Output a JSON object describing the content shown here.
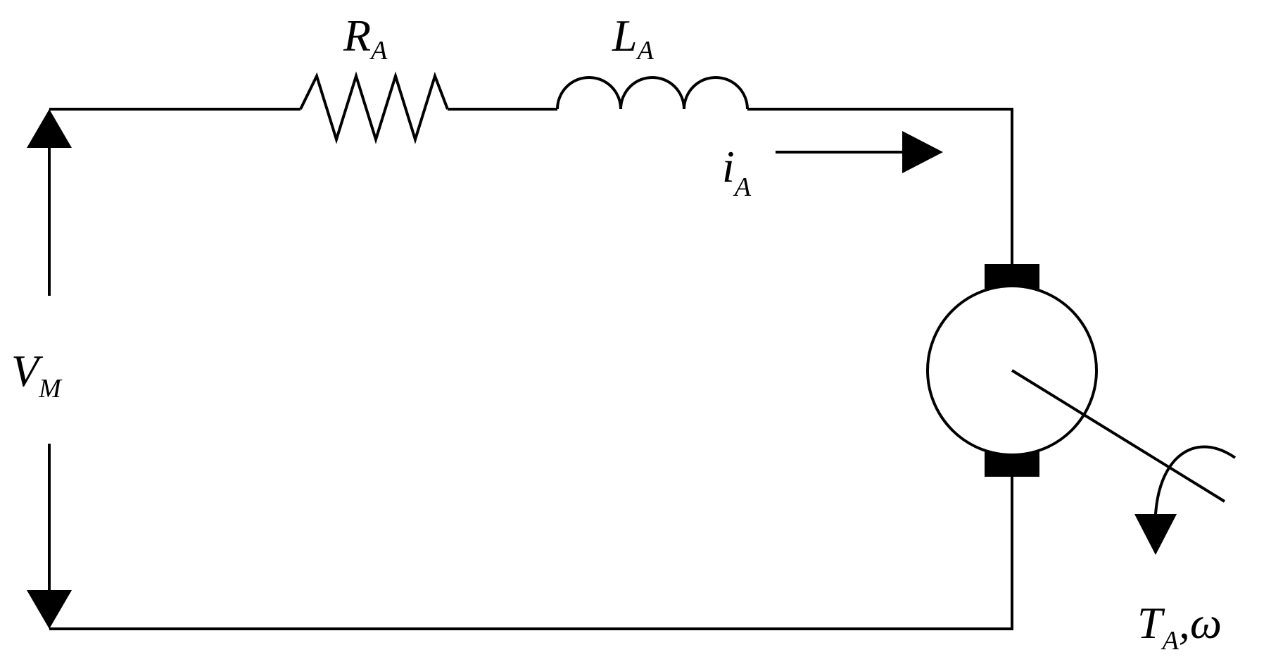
{
  "diagram": {
    "type": "dc-motor-equivalent-circuit",
    "line_color": "#000000",
    "background": "#ffffff",
    "labels": {
      "resistor": {
        "main": "R",
        "sub": "A"
      },
      "inductor": {
        "main": "L",
        "sub": "A"
      },
      "current": {
        "main": "i",
        "sub": "A"
      },
      "voltage": {
        "main": "V",
        "sub": "M"
      },
      "output": {
        "main": "T",
        "sub": "A",
        "tail": ",ω"
      }
    }
  }
}
